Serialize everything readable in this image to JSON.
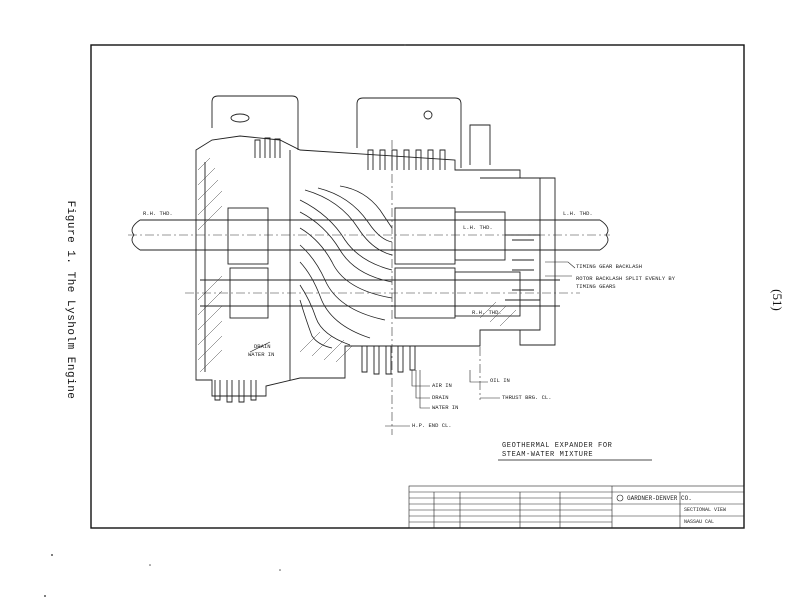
{
  "page": {
    "figure_caption": "Figure 1. The Lysholm Engine",
    "page_number": "(51)"
  },
  "drawing": {
    "title_line1": "GEOTHERMAL  EXPANDER  FOR",
    "title_line2": "STEAM-WATER  MIXTURE",
    "callouts": {
      "lh_thd_left": "R.H. THD.",
      "lh_thd_right": "L.H. THD.",
      "lh_thd_inner": "L.H. THD.",
      "rh_thd_inner": "R.H. THD.",
      "timing_gear": "TIMING GEAR BACKLASH",
      "rotor_backlash_1": "ROTOR BACKLASH SPLIT EVENLY BY",
      "rotor_backlash_2": "TIMING GEARS",
      "drain_water_1": "DRAIN",
      "drain_water_2": "WATER IN",
      "air_in": "AIR IN",
      "drain": "DRAIN",
      "water_in": "WATER IN",
      "oil_in": "OIL IN",
      "thrust": "THRUST BRG. CL.",
      "hp_end": "H.P. END CL."
    },
    "title_block": {
      "company": "GARDNER-DENVER CO.",
      "section": "SECTIONAL VIEW",
      "dwg_no": "NASSAU CAL"
    }
  }
}
